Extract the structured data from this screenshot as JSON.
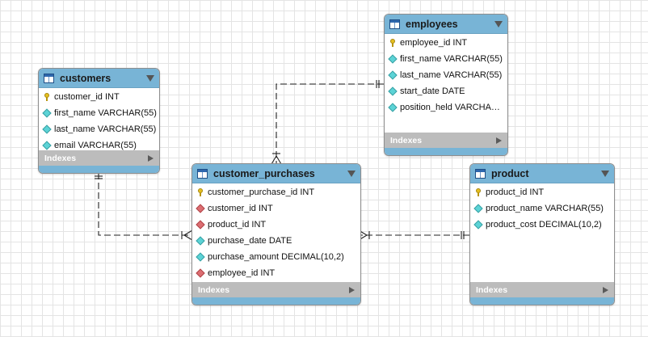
{
  "diagram": {
    "tables": [
      {
        "id": "customers",
        "name": "customers",
        "columns": [
          {
            "label": "customer_id INT",
            "kind": "pk"
          },
          {
            "label": "first_name VARCHAR(55)",
            "kind": "attr"
          },
          {
            "label": "last_name VARCHAR(55)",
            "kind": "attr"
          },
          {
            "label": "email VARCHAR(55)",
            "kind": "attr"
          }
        ],
        "footer": "Indexes"
      },
      {
        "id": "employees",
        "name": "employees",
        "columns": [
          {
            "label": "employee_id INT",
            "kind": "pk"
          },
          {
            "label": "first_name VARCHAR(55)",
            "kind": "attr"
          },
          {
            "label": "last_name VARCHAR(55)",
            "kind": "attr"
          },
          {
            "label": "start_date DATE",
            "kind": "attr"
          },
          {
            "label": "position_held VARCHA…",
            "kind": "attr"
          }
        ],
        "footer": "Indexes"
      },
      {
        "id": "customer_purchases",
        "name": "customer_purchases",
        "columns": [
          {
            "label": "customer_purchase_id INT",
            "kind": "pk"
          },
          {
            "label": "customer_id INT",
            "kind": "fk"
          },
          {
            "label": "product_id INT",
            "kind": "fk"
          },
          {
            "label": "purchase_date DATE",
            "kind": "attr"
          },
          {
            "label": "purchase_amount DECIMAL(10,2)",
            "kind": "attr"
          },
          {
            "label": "employee_id INT",
            "kind": "fk"
          }
        ],
        "footer": "Indexes"
      },
      {
        "id": "product",
        "name": "product",
        "columns": [
          {
            "label": "product_id INT",
            "kind": "pk"
          },
          {
            "label": "product_name VARCHAR(55)",
            "kind": "attr"
          },
          {
            "label": "product_cost DECIMAL(10,2)",
            "kind": "attr"
          }
        ],
        "footer": "Indexes"
      }
    ],
    "relationships": [
      {
        "from": "customers",
        "to": "customer_purchases",
        "one_side": "customers",
        "many_side": "customer_purchases"
      },
      {
        "from": "employees",
        "to": "customer_purchases",
        "one_side": "employees",
        "many_side": "customer_purchases"
      },
      {
        "from": "product",
        "to": "customer_purchases",
        "one_side": "product",
        "many_side": "customer_purchases"
      }
    ],
    "colors": {
      "header": "#78b4d6",
      "footer": "#bcbcbc",
      "attribute_icon": "#5cd3d6",
      "foreign_key_icon": "#dc6e72",
      "primary_key_icon": "#e6c020"
    }
  }
}
